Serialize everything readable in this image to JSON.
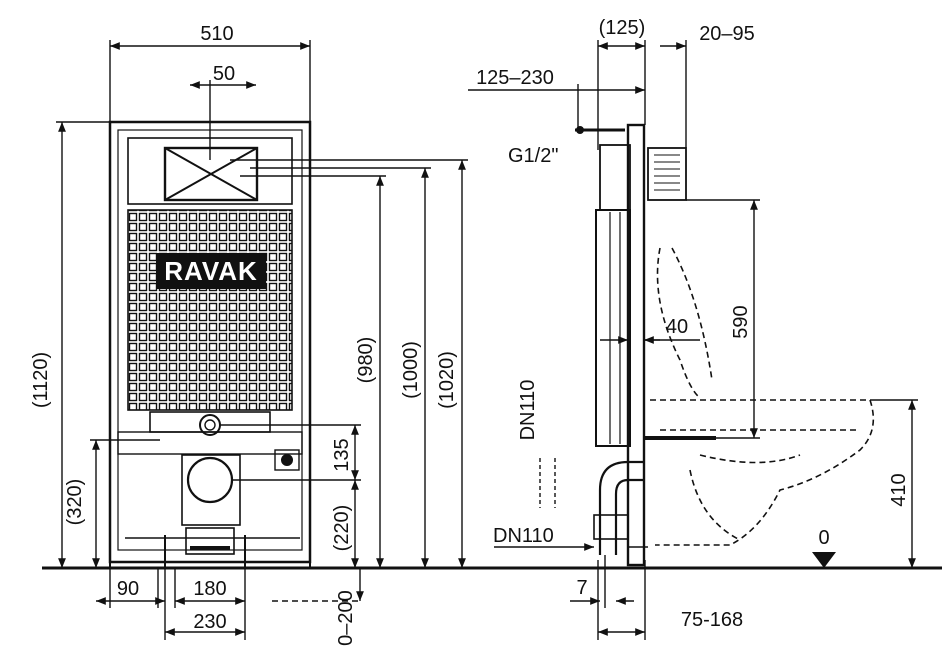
{
  "brand": {
    "logo_text": "RAVAK"
  },
  "front_view": {
    "width_overall": "510",
    "flush_plate_offset": "50",
    "height_overall": "(1120)",
    "height_980": "(980)",
    "height_1000": "(1000)",
    "height_1020": "(1020)",
    "height_320": "(320)",
    "height_220": "(220)",
    "height_135": "135",
    "bottom_90": "90",
    "bottom_180": "180",
    "bottom_230": "230",
    "foot_adjust": "0–200"
  },
  "side_view": {
    "depth_125": "(125)",
    "depth_20_95": "20–95",
    "depth_125_230": "125–230",
    "water_inlet": "G1/2\"",
    "height_590": "590",
    "dim_40": "40",
    "outlet_dn110_vertical": "DN110",
    "outlet_dn110": "DN110",
    "dim_7": "7",
    "dim_75_168": "75-168",
    "floor_level": "0",
    "height_410": "410"
  },
  "colors": {
    "line": "#111111",
    "logo_bg": "#111111",
    "background": "#ffffff"
  }
}
